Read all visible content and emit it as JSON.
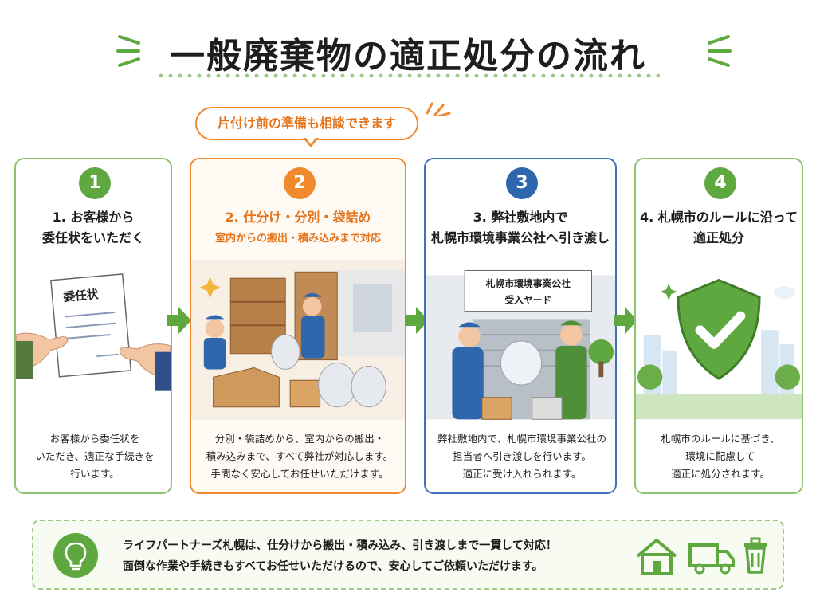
{
  "title": "一般廃棄物の適正処分の流れ",
  "callout": "片付け前の準備も相談できます",
  "steps": [
    {
      "number": "1",
      "heading_l1": "1. お客様から",
      "heading_l2": "委任状をいただく",
      "desc_l1": "お客様から委任状を",
      "desc_l2": "いただき、適正な手続きを",
      "desc_l3": "行います。",
      "doc_label": "委任状"
    },
    {
      "number": "2",
      "heading_l1": "2. 仕分け・分別・袋詰め",
      "subheading": "室内からの搬出・積み込みまで対応",
      "desc_l1": "分別・袋詰めから、室内からの搬出・",
      "desc_l2": "積み込みまで、すべて弊社が対応します。",
      "desc_l3": "手間なく安心してお任せいただけます。"
    },
    {
      "number": "3",
      "heading_l1": "3. 弊社敷地内で",
      "heading_l2": "札幌市環境事業公社へ引き渡し",
      "desc_l1": "弊社敷地内で、札幌市環境事業公社の",
      "desc_l2": "担当者へ引き渡しを行います。",
      "desc_l3": "適正に受け入れられます。",
      "sign_l1": "札幌市環境事業公社",
      "sign_l2": "受入ヤード"
    },
    {
      "number": "4",
      "heading_l1": "4. 札幌市のルールに沿って",
      "heading_l2": "適正処分",
      "desc_l1": "札幌市のルールに基づき、",
      "desc_l2": "環境に配慮して",
      "desc_l3": "適正に処分されます。"
    }
  ],
  "footer": {
    "line1": "ライフパートナーズ札幌は、仕分けから搬出・積み込み、引き渡しまで一貫して対応！",
    "line2": "面倒な作業や手続きもすべてお任せいただけるので、安心してご依頼いただけます。"
  },
  "colors": {
    "green": "#5ea83f",
    "orange": "#f08a2c",
    "blue": "#2f67ad"
  },
  "icons": [
    "lightbulb-icon",
    "house-icon",
    "truck-icon",
    "trash-icon",
    "shield-check-icon"
  ]
}
